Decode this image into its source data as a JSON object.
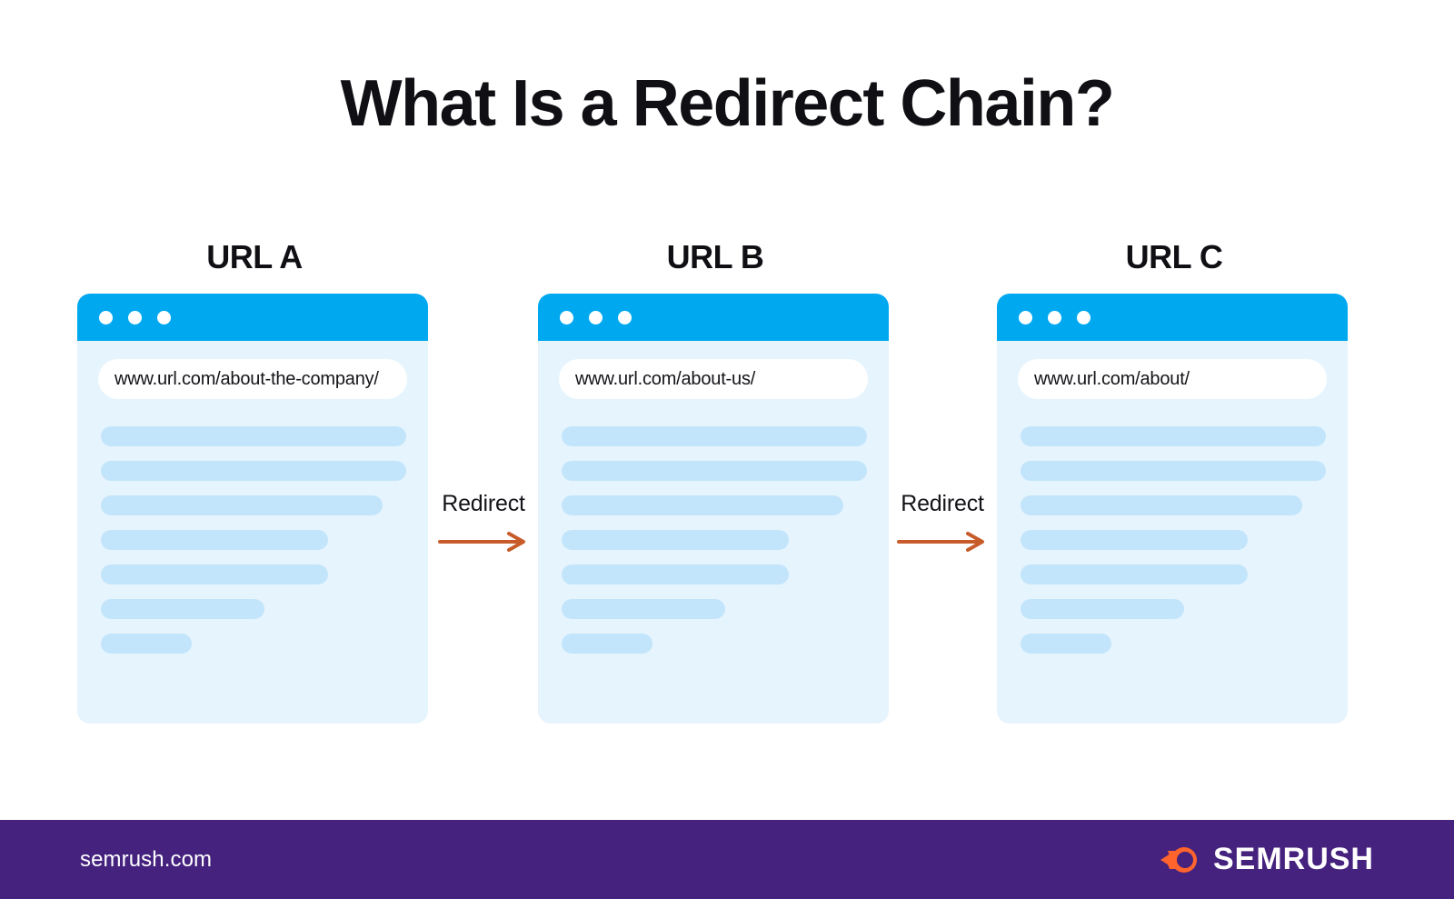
{
  "title": "What Is a Redirect Chain?",
  "colors": {
    "chrome_blue": "#00A8F0",
    "card_body": "#E6F4FD",
    "skeleton": "#C3E5FB",
    "arrow_orange": "#C75B2A",
    "footer_purple": "#44227E",
    "logo_orange": "#FF642D",
    "text_dark": "#141419"
  },
  "cards": [
    {
      "label": "URL A",
      "url": "www.url.com/about-the-company/",
      "dots": [
        "dot-1",
        "dot-2",
        "dot-3"
      ],
      "skeleton_widths": [
        "336px",
        "336px",
        "310px",
        "250px",
        "250px",
        "180px",
        "100px"
      ]
    },
    {
      "label": "URL B",
      "url": "www.url.com/about-us/",
      "dots": [
        "dot-1",
        "dot-2",
        "dot-3"
      ],
      "skeleton_widths": [
        "336px",
        "336px",
        "310px",
        "250px",
        "250px",
        "180px",
        "100px"
      ]
    },
    {
      "label": "URL C",
      "url": "www.url.com/about/",
      "dots": [
        "dot-1",
        "dot-2",
        "dot-3"
      ],
      "skeleton_widths": [
        "336px",
        "336px",
        "310px",
        "250px",
        "250px",
        "180px",
        "100px"
      ]
    }
  ],
  "connectors": [
    {
      "label": "Redirect",
      "icon": "arrow-right-icon"
    },
    {
      "label": "Redirect",
      "icon": "arrow-right-icon"
    }
  ],
  "footer": {
    "url": "semrush.com",
    "brand": "SEMRUSH",
    "logo_icon": "semrush-comet-icon"
  }
}
